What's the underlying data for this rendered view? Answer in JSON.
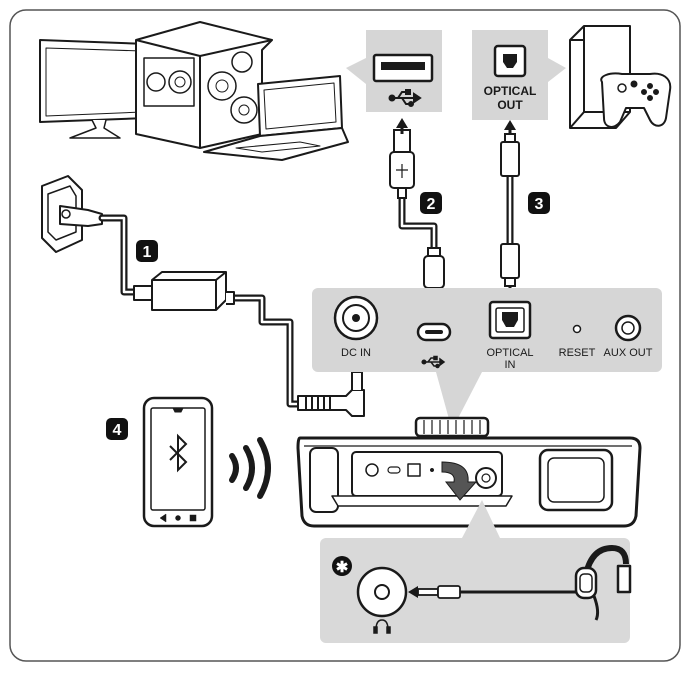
{
  "steps": {
    "step1": "1",
    "step2": "2",
    "step3": "3",
    "step4": "4",
    "note": "✱"
  },
  "source_labels": {
    "optical_out_line1": "OPTICAL",
    "optical_out_line2": "OUT"
  },
  "panel_labels": {
    "dc_in": "DC IN",
    "optical_in_line1": "OPTICAL",
    "optical_in_line2": "IN",
    "reset": "RESET",
    "aux_out": "AUX OUT"
  },
  "icons": {
    "usb": "usb-icon",
    "bluetooth": "bluetooth-icon",
    "headphone": "headphone-icon",
    "wave": "bluetooth-wave-icon"
  },
  "colors": {
    "frame": "#555555",
    "panel_grey": "#d6d6d6",
    "inset_grey": "#d9d9d9",
    "ink": "#1a1a1a",
    "badge": "#111111"
  }
}
